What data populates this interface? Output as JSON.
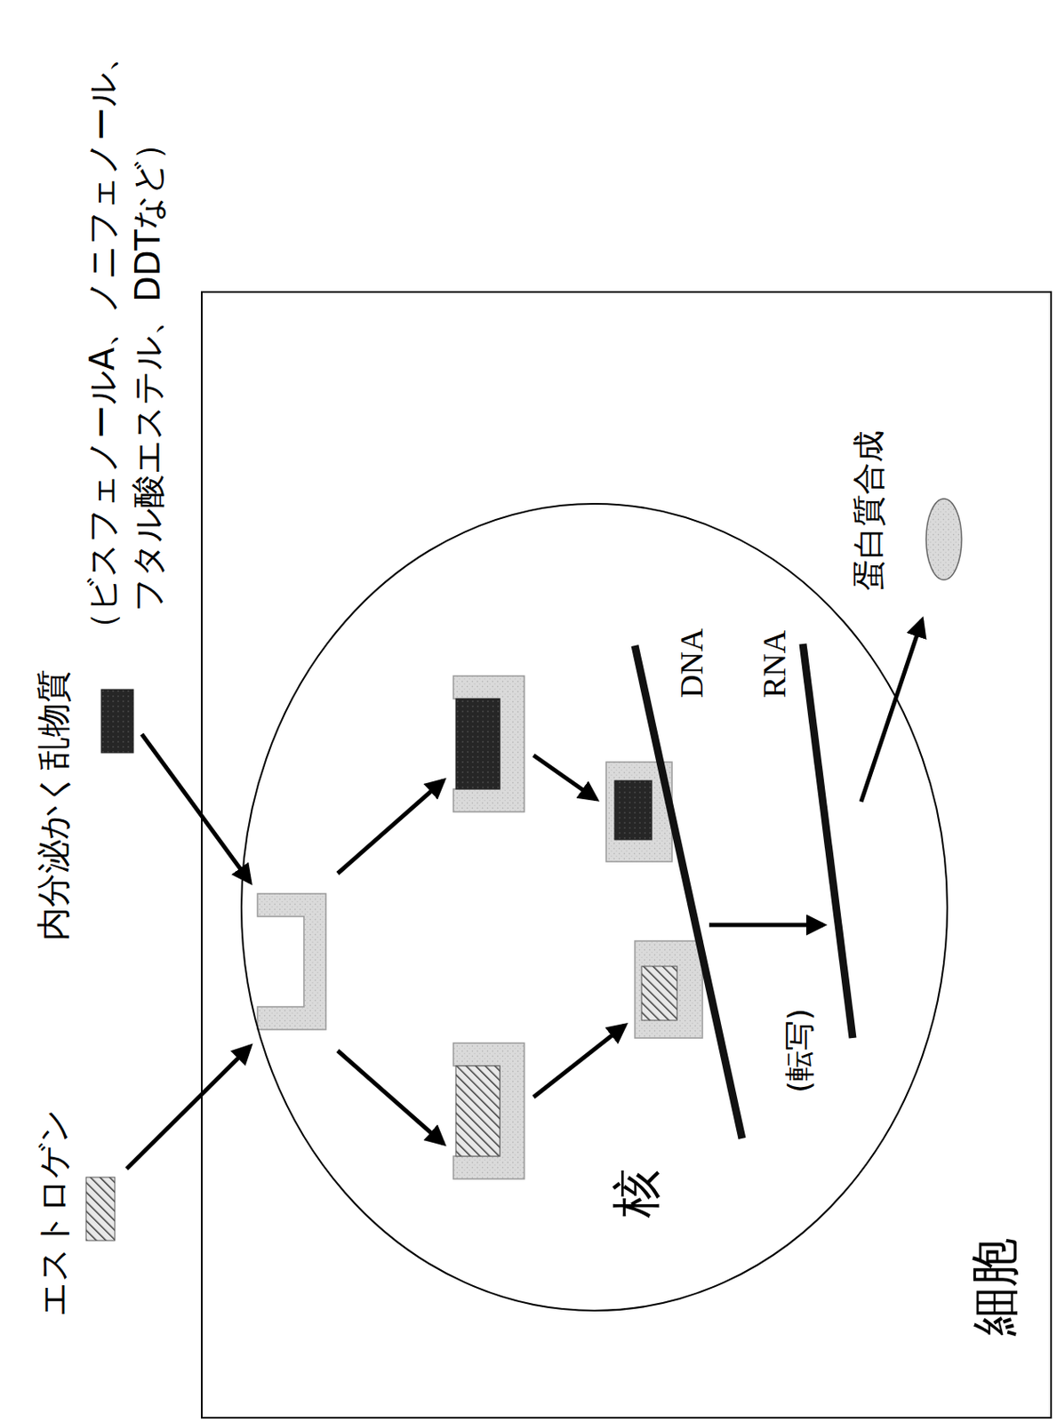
{
  "diagram": {
    "nodes": [
      {
        "text": [
          "細胞"
        ]
      },
      {
        "text": [
          "核"
        ],
        "in": 0
      }
    ],
    "labels": [
      "エストロゲン",
      "内分泌かく乱物質",
      "（ビスフェノールA、ノニフェノール、 フタル酸エステル、DDTなど）",
      "DNA",
      "RNA",
      "(転写)",
      "蛋白質合成"
    ]
  }
}
